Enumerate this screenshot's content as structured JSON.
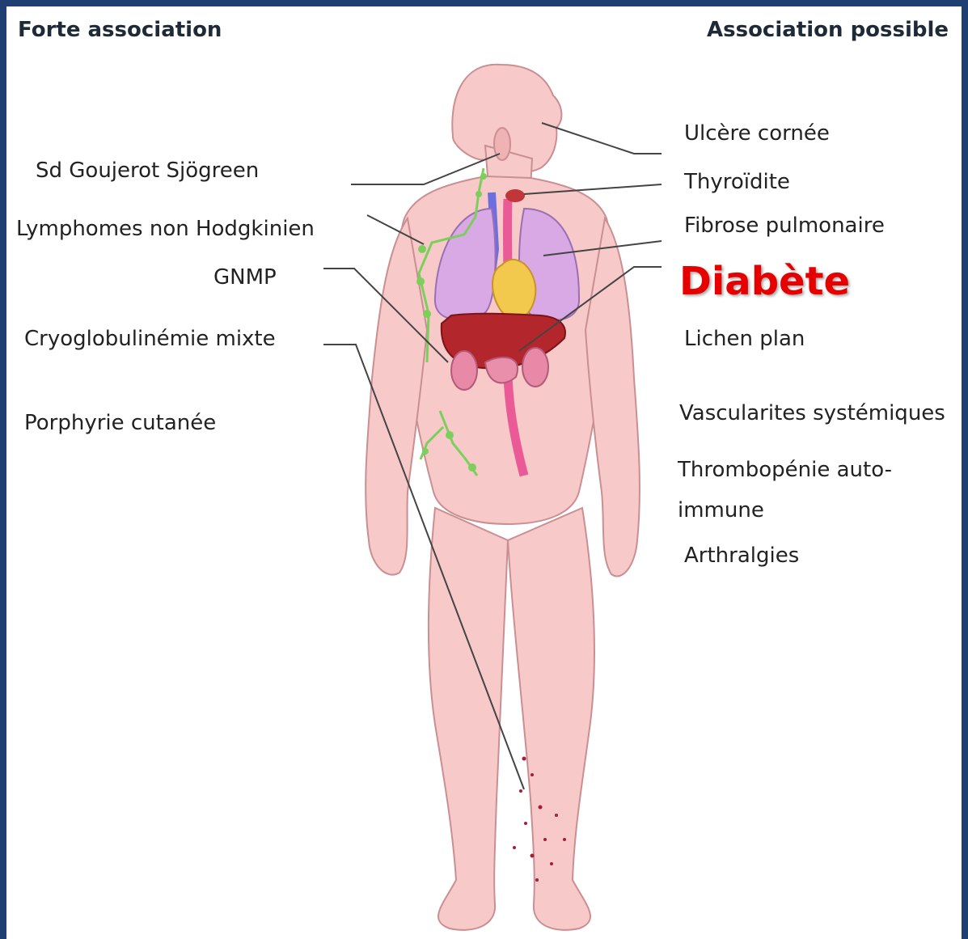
{
  "headers": {
    "left": "Forte association",
    "right": "Association possible"
  },
  "left_labels": {
    "gougerot": "Sd Goujerot Sjögreen",
    "lymphomes": "Lymphomes non Hodgkinien",
    "gnmp": "GNMP",
    "cryo": "Cryoglobulinémie mixte",
    "porphyrie": "Porphyrie cutanée"
  },
  "right_labels": {
    "ulcere": "Ulcère cornée",
    "thyroidite": "Thyroïdite",
    "fibrose": "Fibrose pulmonaire",
    "diabete": "Diabète",
    "lichen": "Lichen plan",
    "vascularites": "Vascularites systémiques",
    "thrombopenie_1": "Thrombopénie auto-",
    "thrombopenie_2": "immune",
    "arthralgies": "Arthralgies"
  },
  "colors": {
    "frame": "#1f3f73",
    "skin": "#f7c9c9",
    "lungs": "#d9a9e6",
    "liver": "#b3262b",
    "heart": "#f2c94c",
    "lymph": "#7ccf5a",
    "highlight": "#e60000"
  }
}
